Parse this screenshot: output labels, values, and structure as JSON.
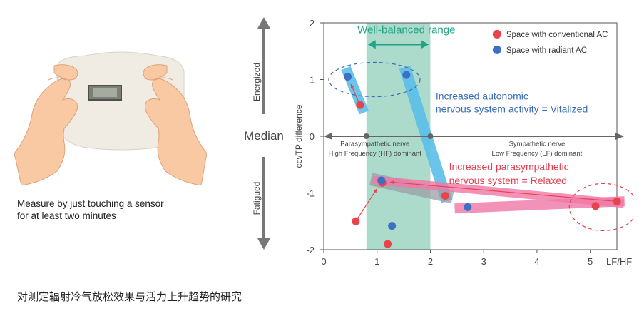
{
  "caption": {
    "line1": "Measure by just touching a sensor",
    "line2": "for at least two minutes"
  },
  "footer_title": "对测定辐射冷气放松效果与活力上升趋势的研究",
  "side_scale": {
    "top_label": "Energized",
    "middle_label": "Median",
    "bottom_label": "Fatigued"
  },
  "chart_data": {
    "type": "scatter",
    "xlabel": "LF/HF",
    "ylabel": "ccvTP difference",
    "xlim": [
      0,
      5.5
    ],
    "ylim": [
      -2,
      2
    ],
    "xticks": [
      "0",
      "1",
      "2",
      "3",
      "4",
      "5"
    ],
    "yticks": [
      "2",
      "1",
      "0",
      "-1",
      "-2"
    ],
    "legend_position": "top-right",
    "legend": [
      {
        "label": "Space with conventional AC",
        "color": "#e8434b"
      },
      {
        "label": "Space with radiant AC",
        "color": "#3d6fc4"
      }
    ],
    "series": [
      {
        "name": "Space with conventional AC",
        "color": "#e8434b",
        "points": [
          [
            0.68,
            0.55
          ],
          [
            2.28,
            -1.05
          ],
          [
            5.1,
            -1.23
          ],
          [
            5.5,
            -1.15
          ],
          [
            0.6,
            -1.5
          ],
          [
            1.2,
            -1.9
          ],
          [
            1.1,
            -0.82
          ]
        ]
      },
      {
        "name": "Space with radiant AC",
        "color": "#3d6fc4",
        "points": [
          [
            0.45,
            1.05
          ],
          [
            1.55,
            1.08
          ],
          [
            1.08,
            -0.78
          ],
          [
            2.7,
            -1.25
          ],
          [
            1.28,
            -1.58
          ]
        ]
      }
    ],
    "annotations": {
      "band_label": "Well-balanced range",
      "band_range": [
        0.8,
        2.0
      ],
      "vitalized": [
        "Increased autonomic",
        "nervous system activity = Vitalized"
      ],
      "relaxed": [
        "Increased parasympathetic",
        "nervous system = Relaxed"
      ],
      "parasympathetic": [
        "Parasympathetic nerve",
        "High Frequency (HF) dominant"
      ],
      "sympathetic": [
        "Sympathetic nerve",
        "Low Frequency (LF) dominant"
      ]
    },
    "colors": {
      "band": "#9fd5c2",
      "band_label": "#1ea585",
      "vitalized_text": "#3b6cb8",
      "relaxed_text": "#e0404f",
      "cyan_highlight": "#5bbfe8",
      "pink_highlight": "#f178a8",
      "gray_highlight": "#9aa0a6",
      "axis": "#555555"
    }
  }
}
